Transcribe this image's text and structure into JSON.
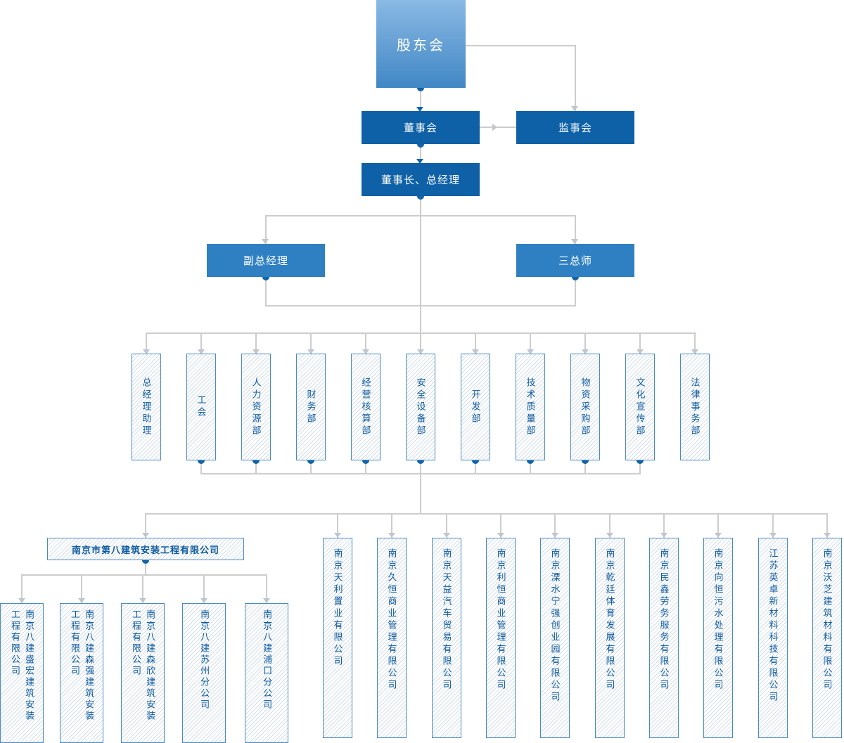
{
  "nodes": {
    "shareholders": "股东会",
    "board": "董事会",
    "supervisory_board": "监事会",
    "chairman_gm": "董事长、总经理",
    "deputy_gm": "副总经理",
    "three_chiefs": "三总师"
  },
  "departments": [
    "总经理助理",
    "工会",
    "人力资源部",
    "财务部",
    "经营核算部",
    "安全设备部",
    "开发部",
    "技术质量部",
    "物资采购部",
    "文化宣传部",
    "法律事务部"
  ],
  "main_subsidiary": {
    "label": "南京市第八建筑安装工程有限公司",
    "branches": [
      "南京八建盛宏建筑安装\n工程有限公司",
      "南京八建森强建筑安装\n工程有限公司",
      "南京八建森欣建筑安装\n工程有限公司",
      "南京八建苏州分公司",
      "南京八建浦口分公司"
    ]
  },
  "subsidiaries": [
    "南京天利置业有限公司",
    "南京久恒商业管理有限公司",
    "南京天益汽车贸易有限公司",
    "南京利恒商业管理有限公司",
    "南京溧水宁强创业园有限公司",
    "南京乾廷体育发展有限公司",
    "南京民鑫劳务服务有限公司",
    "南京向恒污水处理有限公司",
    "江苏英卓新材料科技有限公司",
    "南京沃芝建筑材料有限公司"
  ],
  "colors": {
    "primary_dark": "#0e61a7",
    "primary_medium": "#2f80c3",
    "gradient_top": "#8ab9e4",
    "gradient_bottom": "#4187c5",
    "hatch_border": "#4a8ac2",
    "hatch_text": "#0d5a9e",
    "line_gray": "#cdcdcd",
    "node_dot_blue": "#1264a8"
  }
}
